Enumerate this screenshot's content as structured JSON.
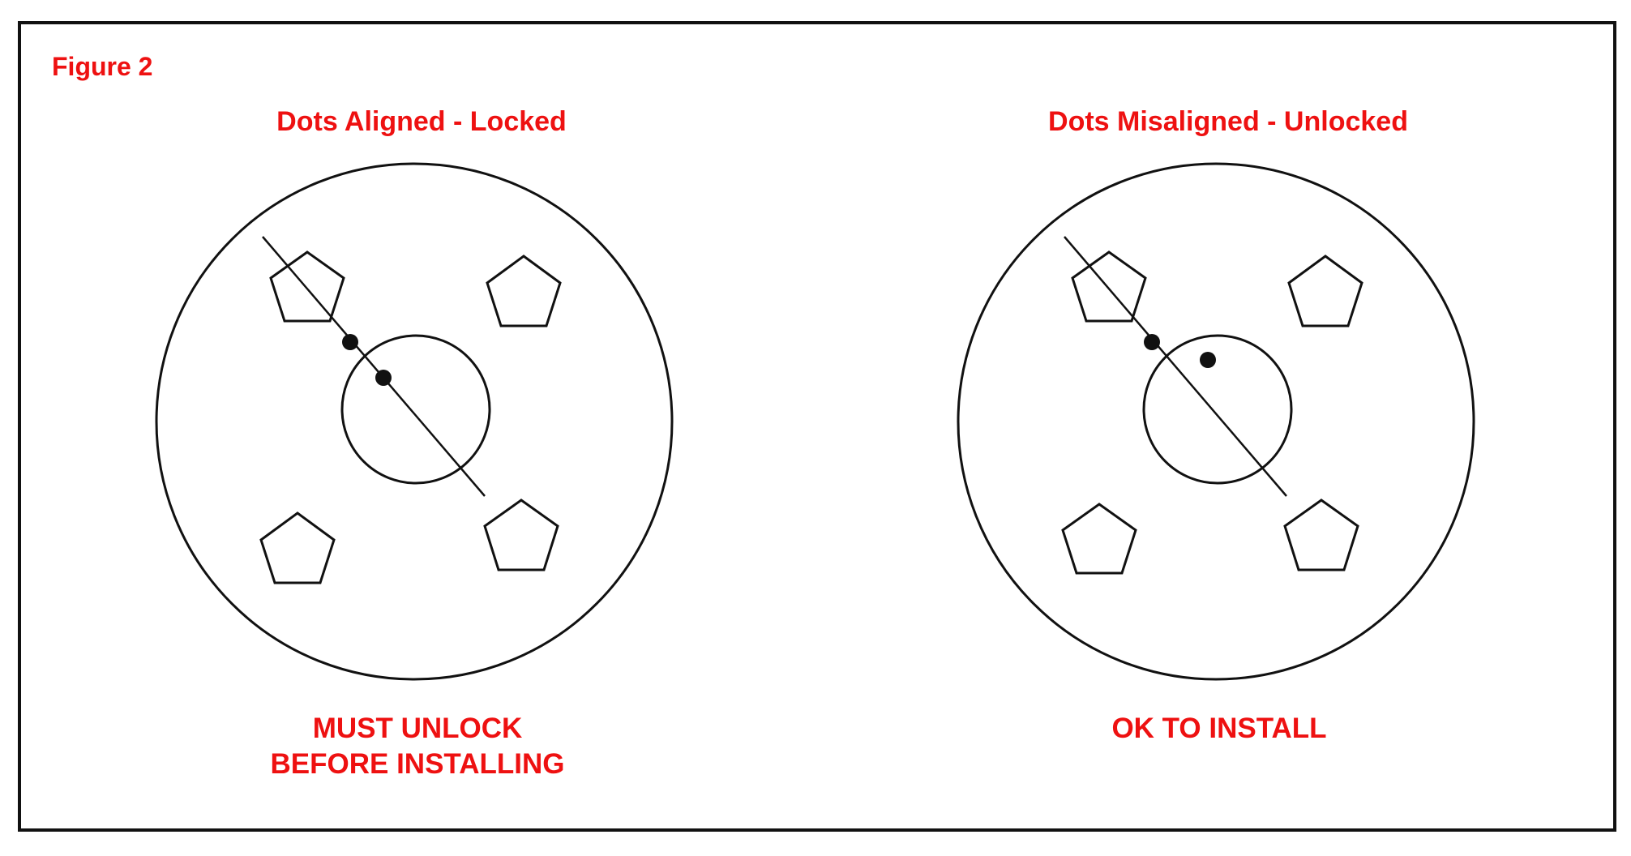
{
  "figure_label": "Figure 2",
  "panels": [
    {
      "title": "Dots Aligned - Locked",
      "caption_lines": [
        "MUST UNLOCK",
        "BEFORE INSTALLING"
      ],
      "state": "locked"
    },
    {
      "title": "Dots Misaligned - Unlocked",
      "caption_lines": [
        "OK TO INSTALL"
      ],
      "state": "unlocked"
    }
  ],
  "colors": {
    "label_text": "#ee1111",
    "line_art": "#111111",
    "border": "#111111",
    "background": "#ffffff"
  }
}
